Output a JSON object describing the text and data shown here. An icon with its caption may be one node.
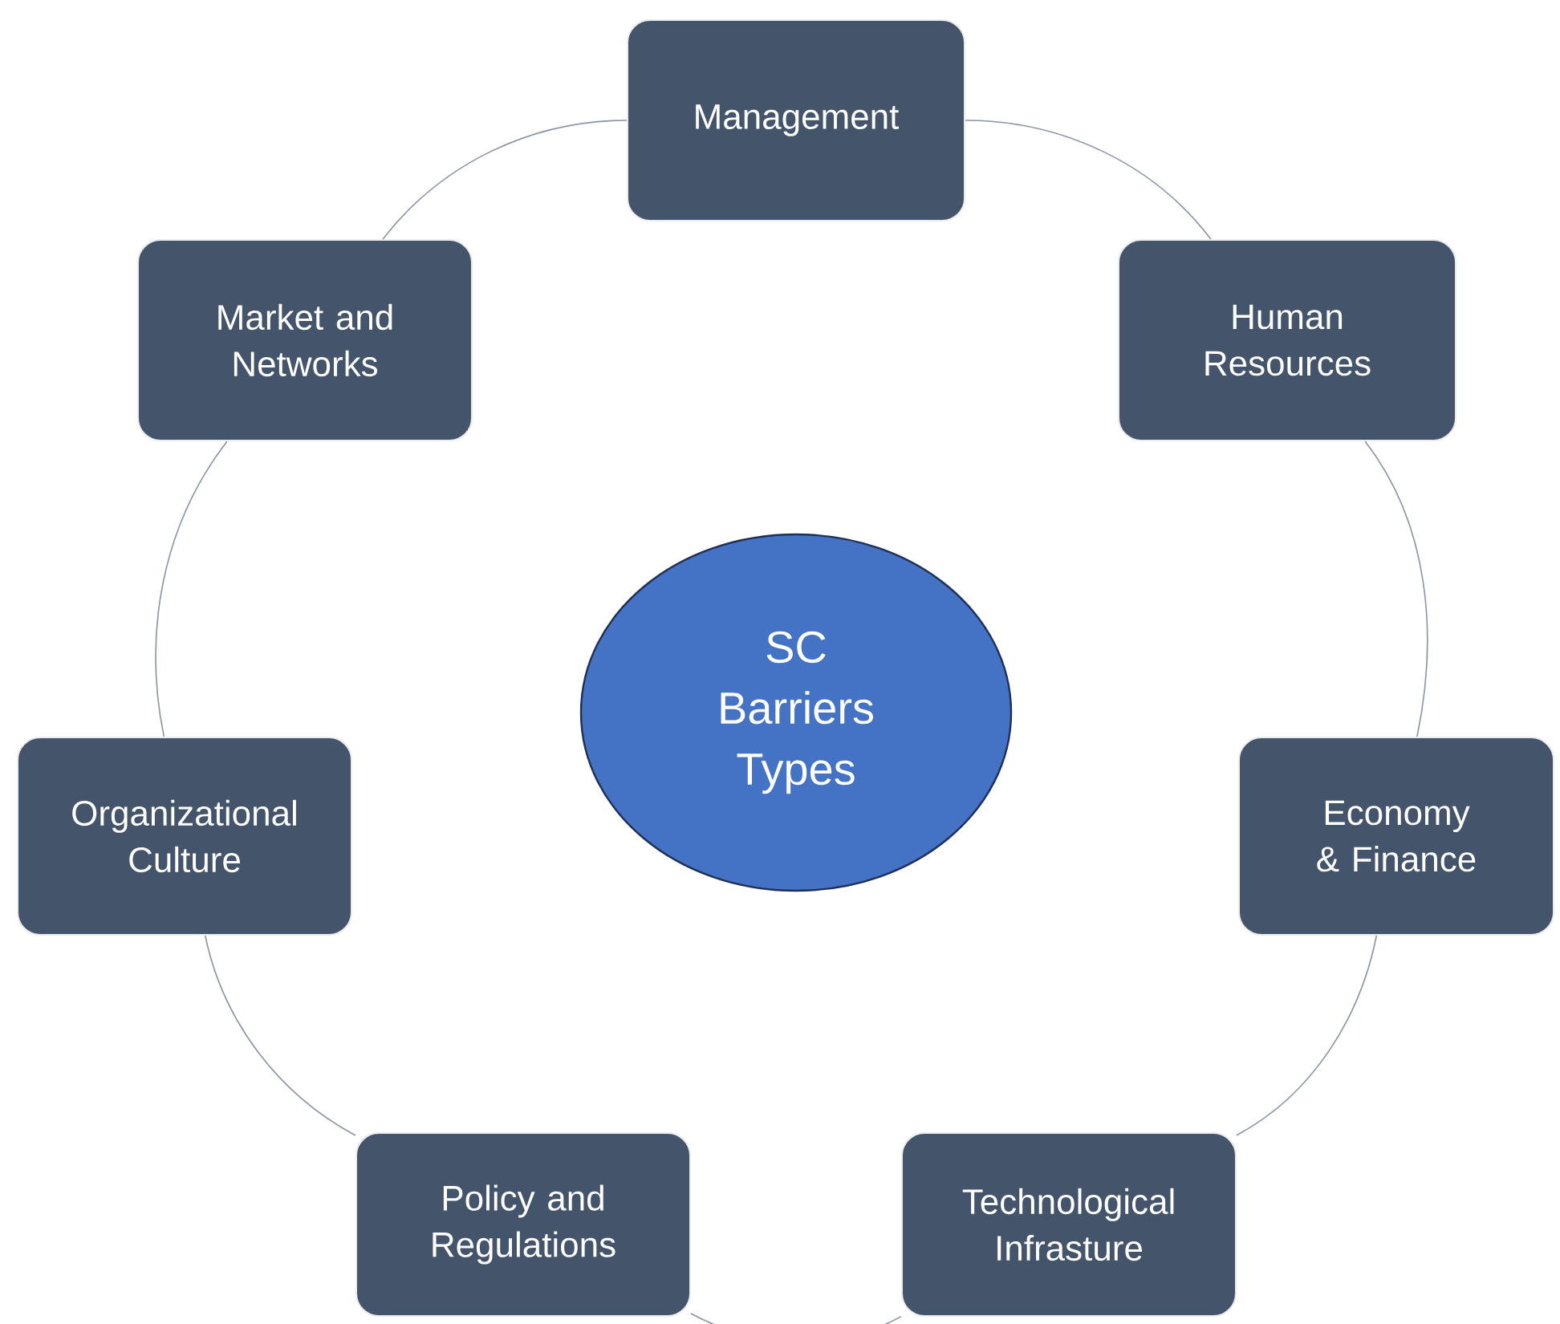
{
  "diagram": {
    "nodes": [
      {
        "text": [
          "SC Barriers Types"
        ]
      },
      {
        "text": [
          "Management"
        ]
      },
      {
        "text": [
          "Human Resources"
        ]
      },
      {
        "text": [
          "Economy & Finance"
        ]
      },
      {
        "text": [
          "Technological Infrasture"
        ]
      },
      {
        "text": [
          "Policy and Regulations"
        ]
      },
      {
        "text": [
          "Organizational Culture"
        ]
      },
      {
        "text": [
          "Market and Networks"
        ]
      }
    ],
    "edges": [
      {
        "from": 1,
        "to": 2,
        "arrow": "none"
      },
      {
        "from": 2,
        "to": 3,
        "arrow": "none"
      },
      {
        "from": 3,
        "to": 4,
        "arrow": "none"
      },
      {
        "from": 4,
        "to": 5,
        "arrow": "none"
      },
      {
        "from": 5,
        "to": 6,
        "arrow": "none"
      },
      {
        "from": 6,
        "to": 7,
        "arrow": "none"
      },
      {
        "from": 7,
        "to": 1,
        "arrow": "none"
      }
    ]
  }
}
